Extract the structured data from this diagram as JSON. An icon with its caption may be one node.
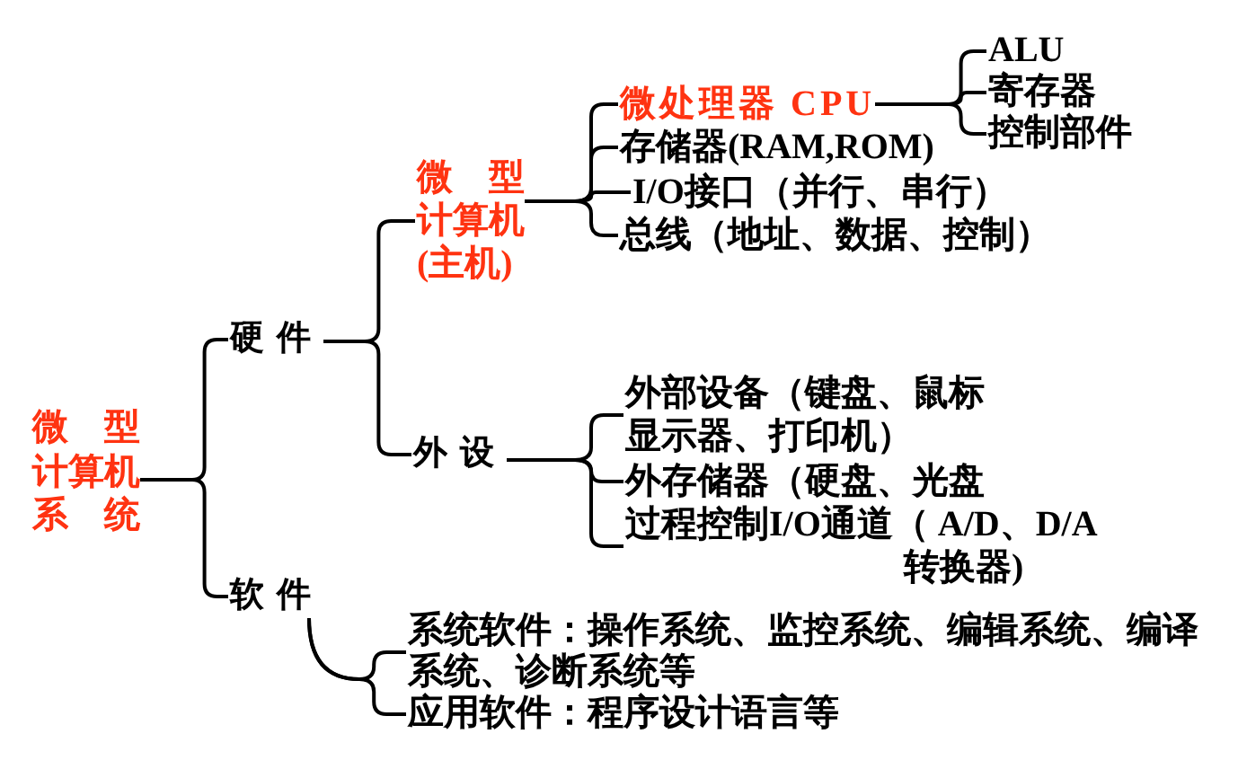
{
  "diagram": {
    "nodes": [
      {
        "text": [
          "微型计算机系统"
        ]
      },
      {
        "text": [
          "硬件"
        ]
      },
      {
        "text": [
          "微型计算机(主机)"
        ]
      },
      {
        "text": [
          "微处理器 CPU"
        ]
      },
      {
        "text": [
          "ALU"
        ]
      },
      {
        "text": [
          "寄存器"
        ]
      },
      {
        "text": [
          "控制部件"
        ]
      },
      {
        "text": [
          "存储器(RAM,ROM)"
        ]
      },
      {
        "text": [
          "I/O接口（并行、串行）"
        ]
      },
      {
        "text": [
          "总线（地址、数据、控制）"
        ]
      },
      {
        "text": [
          "外设"
        ]
      },
      {
        "text": [
          "外部设备（键盘、鼠标显示器、打印机）"
        ]
      },
      {
        "text": [
          "外存储器（硬盘、光盘"
        ]
      },
      {
        "text": [
          "过程控制I/O通道（ A/D、D/A转换器)"
        ]
      },
      {
        "text": [
          "软件"
        ]
      },
      {
        "text": [
          "系统软件：操作系统、监控系统、编辑系统、编译系统、诊断系统等"
        ]
      },
      {
        "text": [
          "应用软件：程序设计语言等"
        ]
      }
    ],
    "edges": [
      {
        "from": 0,
        "to": 1,
        "arrow": "none"
      },
      {
        "from": 0,
        "to": 14,
        "arrow": "none"
      },
      {
        "from": 1,
        "to": 2,
        "arrow": "none"
      },
      {
        "from": 1,
        "to": 10,
        "arrow": "none"
      },
      {
        "from": 2,
        "to": 3,
        "arrow": "none"
      },
      {
        "from": 2,
        "to": 7,
        "arrow": "none"
      },
      {
        "from": 2,
        "to": 8,
        "arrow": "none"
      },
      {
        "from": 2,
        "to": 9,
        "arrow": "none"
      },
      {
        "from": 3,
        "to": 4,
        "arrow": "none"
      },
      {
        "from": 3,
        "to": 5,
        "arrow": "none"
      },
      {
        "from": 3,
        "to": 6,
        "arrow": "none"
      },
      {
        "from": 10,
        "to": 11,
        "arrow": "none"
      },
      {
        "from": 10,
        "to": 12,
        "arrow": "none"
      },
      {
        "from": 10,
        "to": 13,
        "arrow": "none"
      },
      {
        "from": 14,
        "to": 15,
        "arrow": "none"
      },
      {
        "from": 14,
        "to": 16,
        "arrow": "none"
      }
    ]
  }
}
